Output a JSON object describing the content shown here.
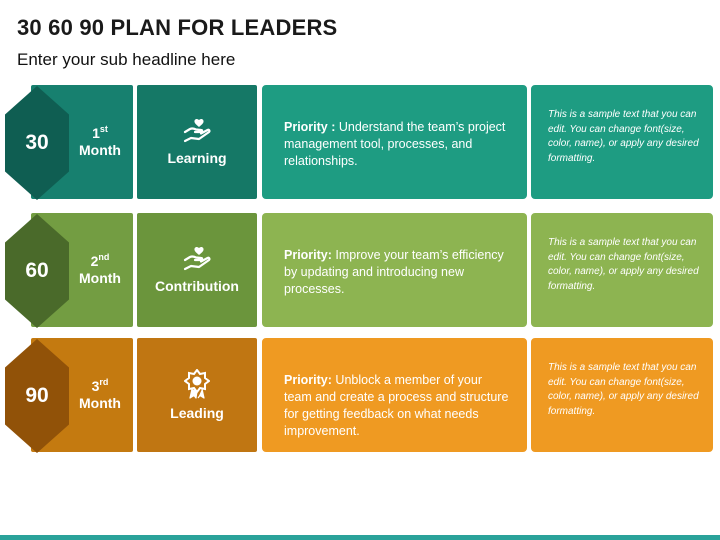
{
  "title": "30 60 90 PLAN FOR LEADERS",
  "subtitle": "Enter your sub headline here",
  "rows": [
    {
      "number": "30",
      "ordinal": "1",
      "ordinal_suffix": "st",
      "month_word": "Month",
      "icon": "hand-heart-icon",
      "label": "Learning",
      "priority_label": "Priority :",
      "priority_text": " Understand the team’s project management tool, processes, and relationships.",
      "sample_text": "This is a sample text that you can edit. You can change font(size, color, name), or apply any desired formatting.",
      "colors": {
        "hex": "#0f5e52",
        "month": "#17806f",
        "icon": "#157866",
        "priority": "#1e9c82",
        "sample": "#1e9c82"
      }
    },
    {
      "number": "60",
      "ordinal": "2",
      "ordinal_suffix": "nd",
      "month_word": "Month",
      "icon": "hand-heart-icon",
      "label": "Contribution",
      "priority_label": "Priority:",
      "priority_text": " Improve your team’s efficiency by updating and introducing new processes.",
      "sample_text": "This is a sample text that you can edit. You can change font(size, color, name), or apply any desired formatting.",
      "colors": {
        "hex": "#4a6a2a",
        "month": "#739d42",
        "icon": "#6b953c",
        "priority": "#8db451",
        "sample": "#8db451"
      }
    },
    {
      "number": "90",
      "ordinal": "3",
      "ordinal_suffix": "rd",
      "month_word": "Month",
      "icon": "award-ribbon-icon",
      "label": "Leading",
      "priority_label": "Priority:",
      "priority_text": " Unblock a member of your team and create a process and structure for getting feedback on what needs improvement.",
      "sample_text": "This is a sample text that you can edit. You can change font(size, color, name), or apply any desired formatting.",
      "colors": {
        "hex": "#915208",
        "month": "#c47a10",
        "icon": "#c07612",
        "priority": "#ef9a22",
        "sample": "#ef9a22"
      }
    }
  ],
  "footer_color": "#2aa29a"
}
